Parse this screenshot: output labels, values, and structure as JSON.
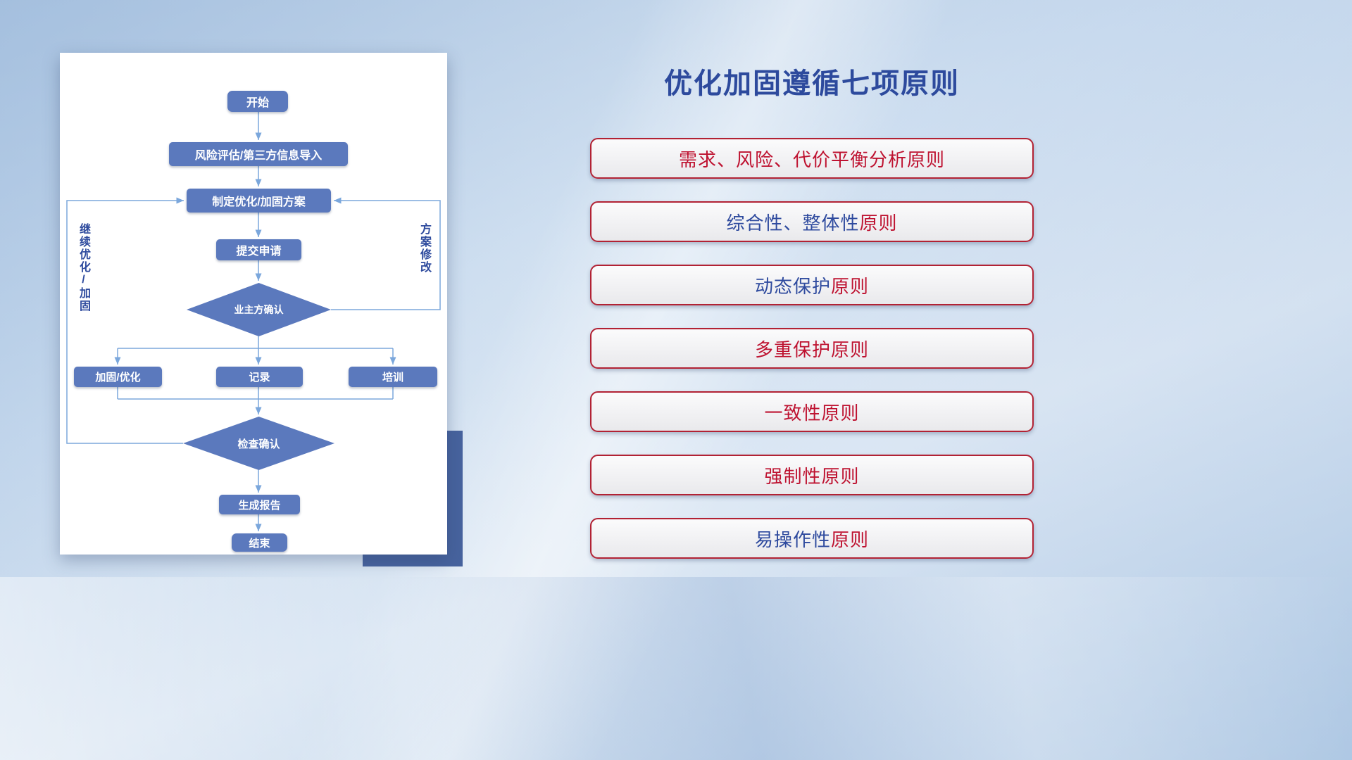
{
  "title": {
    "text": "优化加固遵循七项原则",
    "color": "#2D4A9D"
  },
  "flowchart": {
    "nodes": {
      "start": "开始",
      "risk_import": "风险评估/第三方信息导入",
      "make_plan": "制定优化/加固方案",
      "submit": "提交申请",
      "owner_confirm": "业主方确认",
      "harden_optimize": "加固/优化",
      "record": "记录",
      "training": "培训",
      "check_confirm": "检查确认",
      "report": "生成报告",
      "end": "结束"
    },
    "loop_labels": {
      "left": "继续优化/加固",
      "right": "方案修改"
    },
    "colors": {
      "node_fill": "#5B79BD",
      "node_text": "#FFFFFF",
      "connector": "#7BA7DC",
      "loop_label": "#2D4A9D"
    }
  },
  "principles": {
    "palette": {
      "red": "#BE1230",
      "blue": "#2E4A9E"
    },
    "box": {
      "border": "#B22234",
      "bg_top": "#FBFBFC",
      "bg_bottom": "#E9E9EC"
    },
    "items": [
      {
        "segments": [
          {
            "text": "需求、风险、代价平衡分析原则",
            "color": "red"
          }
        ]
      },
      {
        "segments": [
          {
            "text": "综合性、整体性",
            "color": "blue"
          },
          {
            "text": "原则",
            "color": "red"
          }
        ]
      },
      {
        "segments": [
          {
            "text": "动态保护",
            "color": "blue"
          },
          {
            "text": "原则",
            "color": "red"
          }
        ]
      },
      {
        "segments": [
          {
            "text": "多重保护原则",
            "color": "red"
          }
        ]
      },
      {
        "segments": [
          {
            "text": "一致性原则",
            "color": "red"
          }
        ]
      },
      {
        "segments": [
          {
            "text": "强制性原则",
            "color": "red"
          }
        ]
      },
      {
        "segments": [
          {
            "text": "易操作性",
            "color": "blue"
          },
          {
            "text": "原则",
            "color": "red"
          }
        ]
      }
    ]
  }
}
